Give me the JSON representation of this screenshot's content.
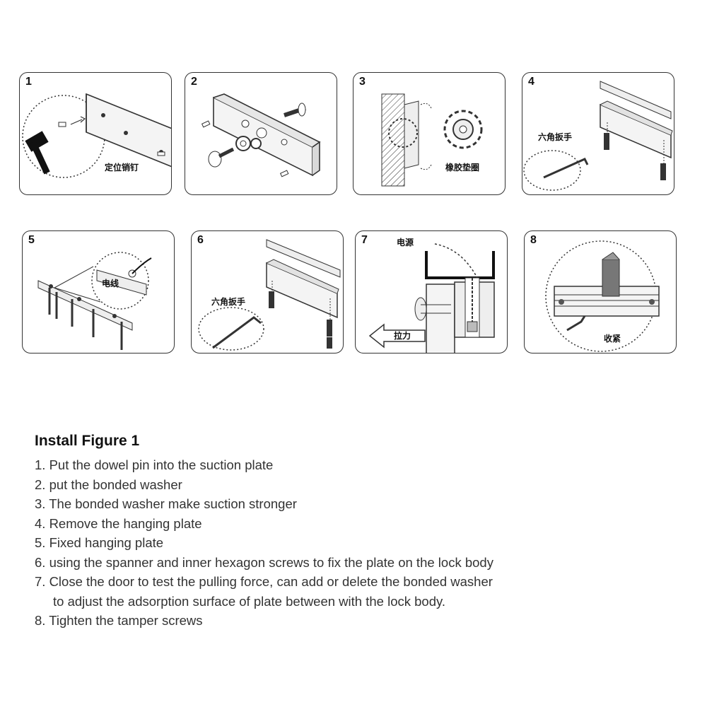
{
  "panels": [
    {
      "number": "1",
      "label": "定位销钉"
    },
    {
      "number": "2",
      "label": ""
    },
    {
      "number": "3",
      "label": "橡胶垫圈"
    },
    {
      "number": "4",
      "label": "六角扳手"
    },
    {
      "number": "5",
      "label": "电线"
    },
    {
      "number": "6",
      "label": "六角扳手"
    },
    {
      "number": "7",
      "label_top": "电源",
      "label_arrow": "拉力"
    },
    {
      "number": "8",
      "label": "收紧"
    }
  ],
  "instructions": {
    "title": "Install Figure 1",
    "steps": [
      "1. Put the dowel pin into the suction plate",
      "2. put the bonded washer",
      "3. The bonded washer make suction stronger",
      "4. Remove the hanging plate",
      "5. Fixed hanging plate",
      "6. using the spanner and inner hexagon screws to fix the plate on the lock body",
      "7. Close the door to test the pulling force, can add or delete the bonded washer",
      "to adjust the adsorption surface of plate between with the lock body.",
      "8. Tighten the tamper screws"
    ]
  }
}
